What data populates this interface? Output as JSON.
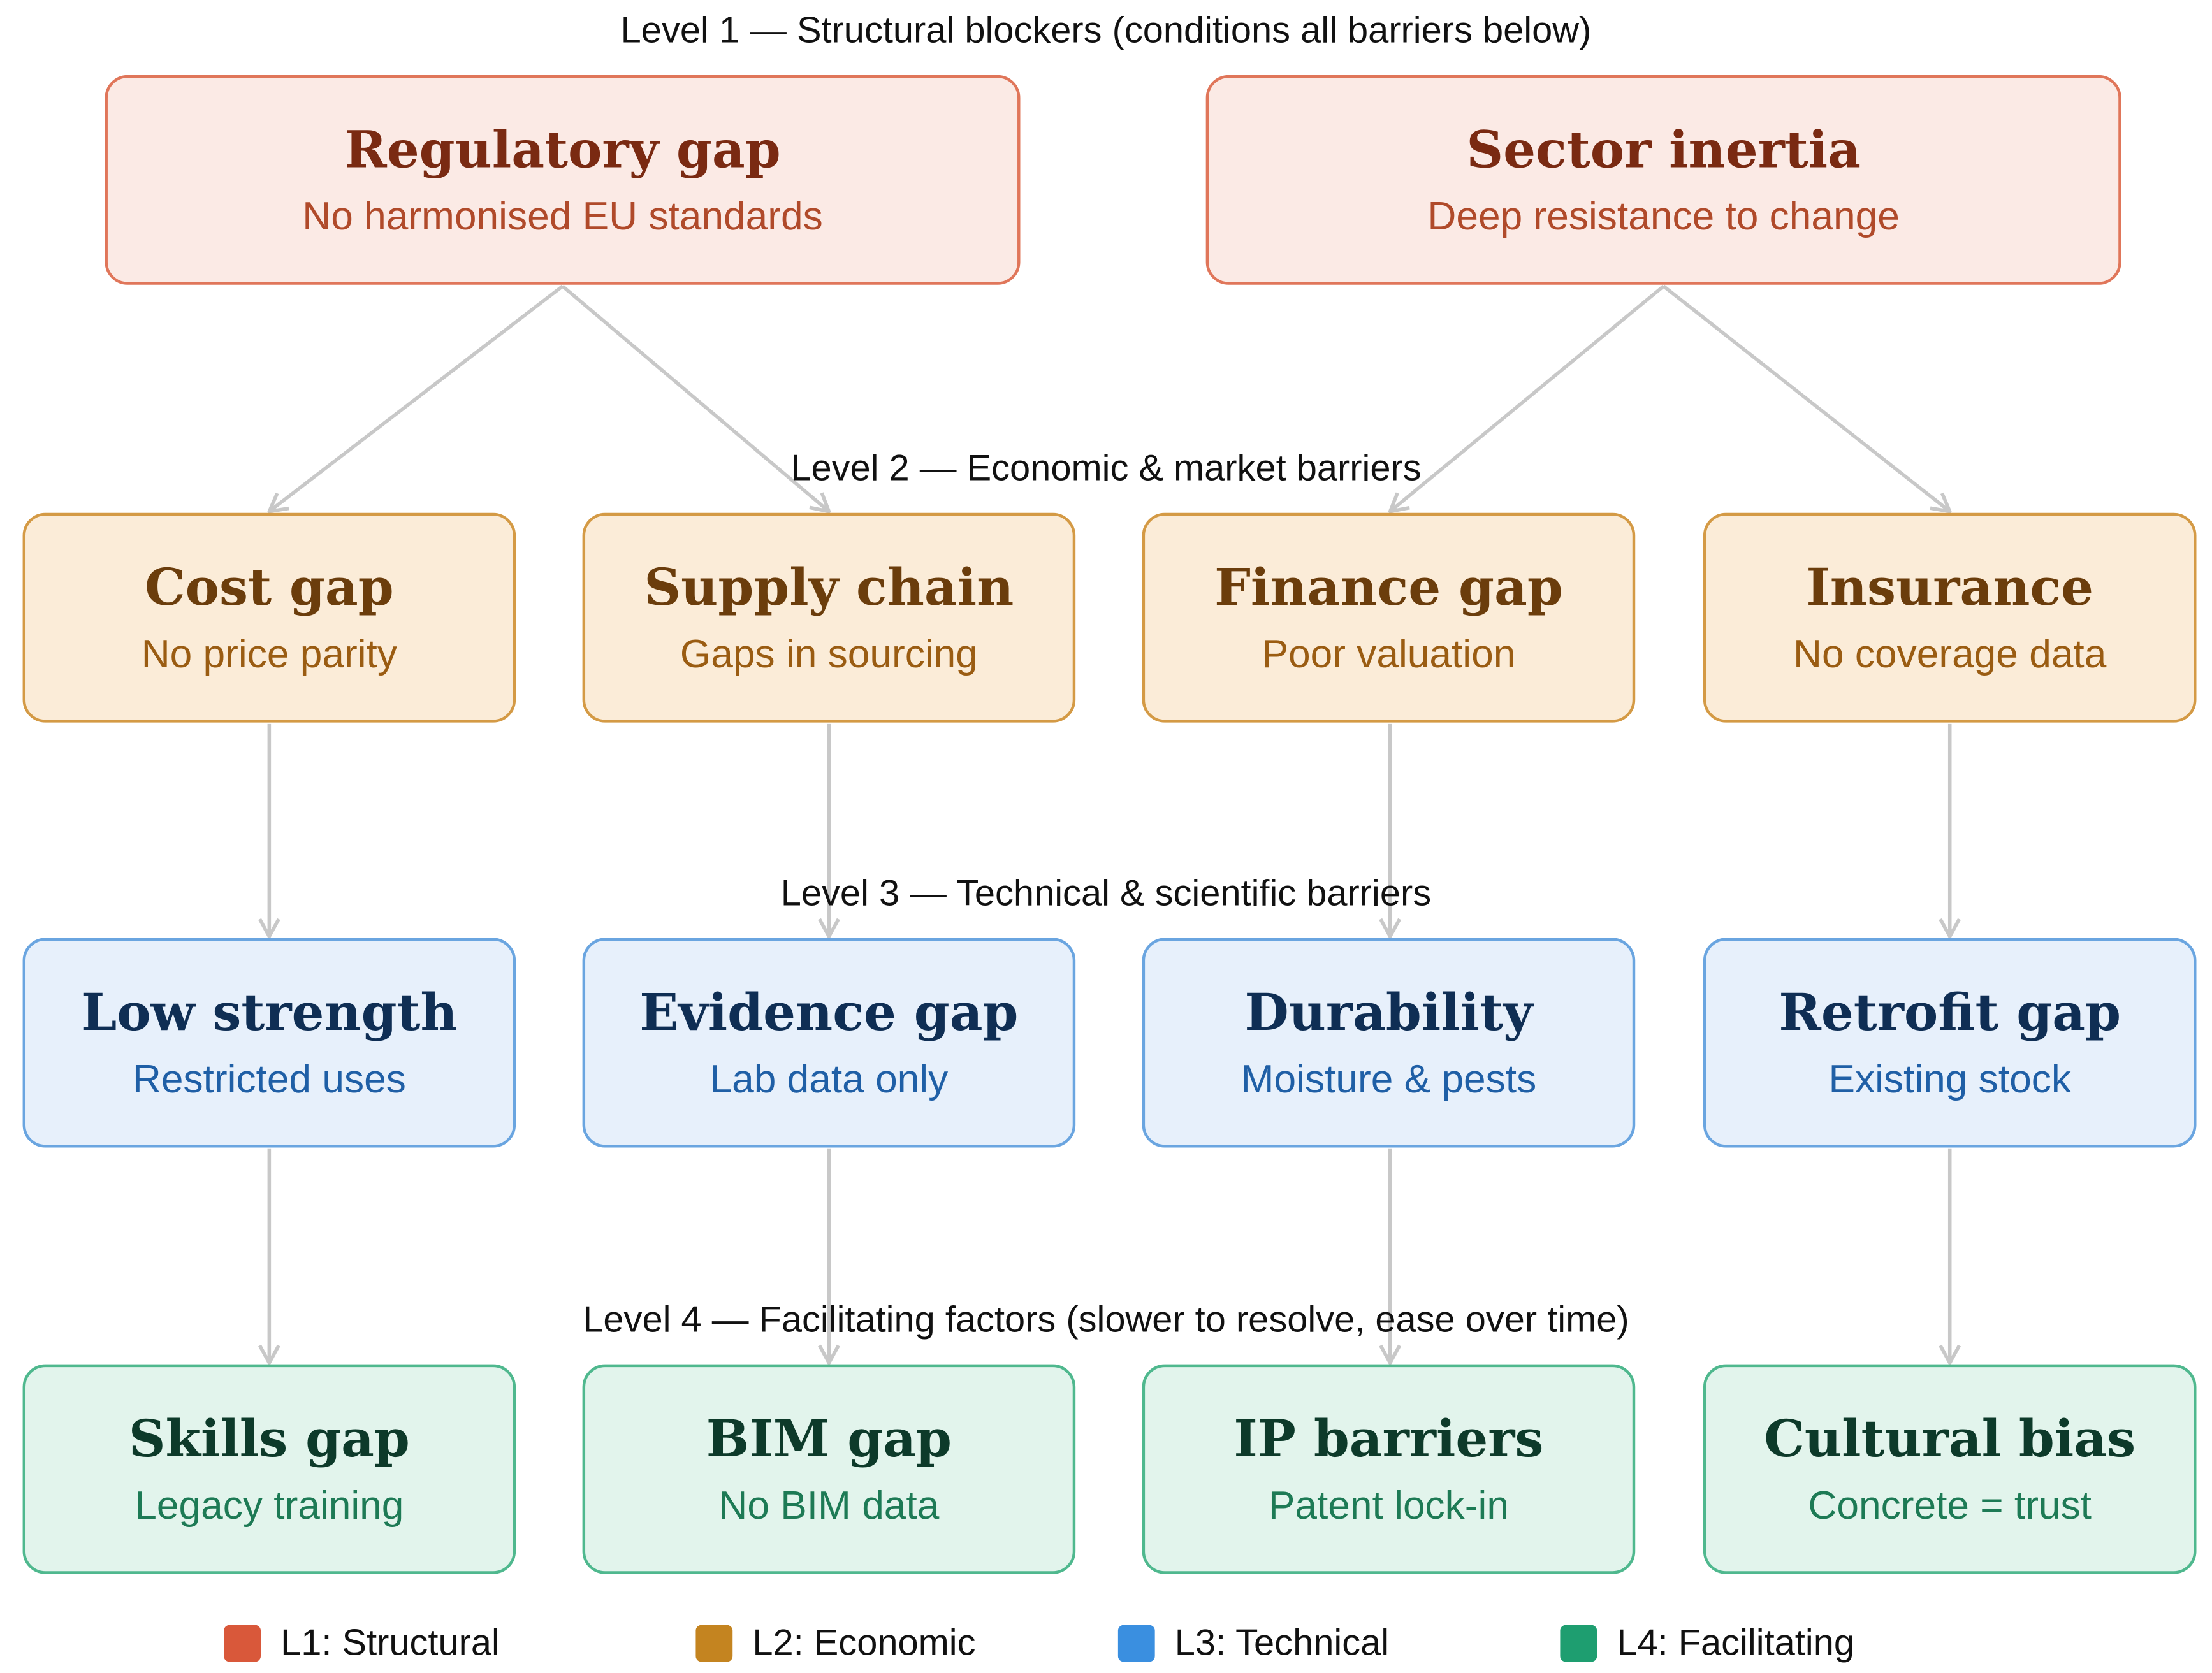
{
  "levels": [
    {
      "title": "Level 1 — Structural blockers (conditions all barriers below)",
      "colors": {
        "fill": "#fbeae5",
        "border": "#e0765a",
        "title": "#7a2a12",
        "sub": "#b04a2a"
      },
      "nodes": [
        {
          "title": "Regulatory gap",
          "sub": "No harmonised EU standards"
        },
        {
          "title": "Sector inertia",
          "sub": "Deep resistance to change"
        }
      ]
    },
    {
      "title": "Level 2 — Economic & market barriers",
      "colors": {
        "fill": "#fbecd8",
        "border": "#d49a45",
        "title": "#6b3d0c",
        "sub": "#9a5c12"
      },
      "nodes": [
        {
          "title": "Cost gap",
          "sub": "No price parity"
        },
        {
          "title": "Supply chain",
          "sub": "Gaps in sourcing"
        },
        {
          "title": "Finance gap",
          "sub": "Poor valuation"
        },
        {
          "title": "Insurance",
          "sub": "No coverage data"
        }
      ]
    },
    {
      "title": "Level 3 — Technical & scientific barriers",
      "colors": {
        "fill": "#e7f0fb",
        "border": "#6aa5e0",
        "title": "#0f2e54",
        "sub": "#1f5fa6"
      },
      "nodes": [
        {
          "title": "Low strength",
          "sub": "Restricted uses"
        },
        {
          "title": "Evidence gap",
          "sub": "Lab data only"
        },
        {
          "title": "Durability",
          "sub": "Moisture & pests"
        },
        {
          "title": "Retrofit gap",
          "sub": "Existing stock"
        }
      ]
    },
    {
      "title": "Level 4 — Facilitating factors (slower to resolve, ease over time)",
      "colors": {
        "fill": "#e2f4ec",
        "border": "#4fb88e",
        "title": "#0d3a2a",
        "sub": "#1d7a55"
      },
      "nodes": [
        {
          "title": "Skills gap",
          "sub": "Legacy training"
        },
        {
          "title": "BIM gap",
          "sub": "No BIM data"
        },
        {
          "title": "IP barriers",
          "sub": "Patent lock-in"
        },
        {
          "title": "Cultural bias",
          "sub": "Concrete = trust"
        }
      ]
    }
  ],
  "edge_color": "#c8c8c8",
  "edges": [
    {
      "from": "1.0",
      "to": "2.0"
    },
    {
      "from": "1.0",
      "to": "2.1"
    },
    {
      "from": "1.1",
      "to": "2.2"
    },
    {
      "from": "1.1",
      "to": "2.3"
    },
    {
      "from": "2.0",
      "to": "3.0"
    },
    {
      "from": "2.1",
      "to": "3.1"
    },
    {
      "from": "2.2",
      "to": "3.2"
    },
    {
      "from": "2.3",
      "to": "3.3"
    },
    {
      "from": "3.0",
      "to": "4.0"
    },
    {
      "from": "3.1",
      "to": "4.1"
    },
    {
      "from": "3.2",
      "to": "4.2"
    },
    {
      "from": "3.3",
      "to": "4.3"
    }
  ],
  "legend": [
    {
      "label": "L1: Structural",
      "color": "#d9583a"
    },
    {
      "label": "L2: Economic",
      "color": "#c48420"
    },
    {
      "label": "L3: Technical",
      "color": "#3a8fe0"
    },
    {
      "label": "L4: Facilitating",
      "color": "#1e9e70"
    }
  ]
}
